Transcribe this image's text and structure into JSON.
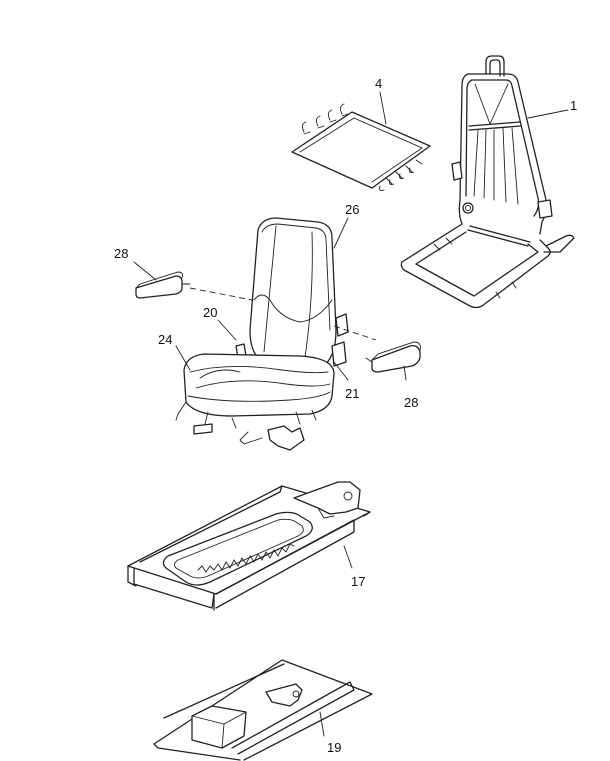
{
  "callouts": {
    "c1": "1",
    "c4": "4",
    "c26": "26",
    "c28a": "28",
    "c28b": "28",
    "c20": "20",
    "c24": "24",
    "c21": "21",
    "c17": "17",
    "c19": "19"
  }
}
